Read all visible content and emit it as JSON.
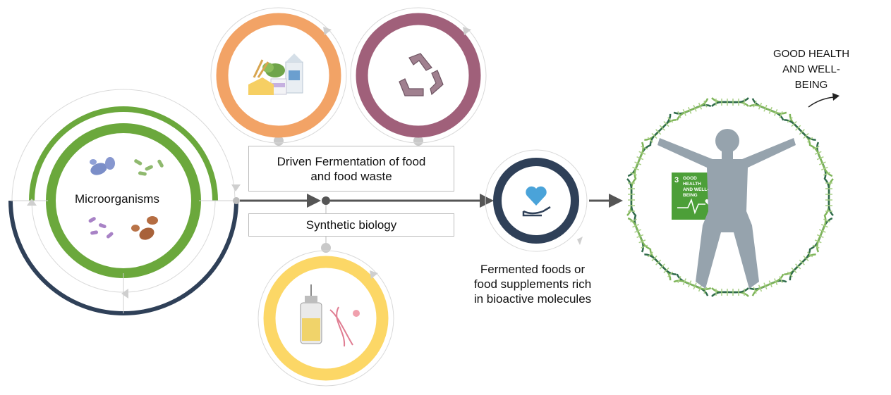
{
  "nodes": {
    "microorganisms": {
      "label": "Microorganisms"
    },
    "driven_fermentation": {
      "label_line1": "Driven Fermentation of food",
      "label_line2": "and food waste"
    },
    "synthetic_biology": {
      "label": "Synthetic biology"
    },
    "fermented_foods": {
      "label_line1": "Fermented foods or",
      "label_line2": "food supplements rich",
      "label_line3": "in bioactive molecules"
    },
    "goal": {
      "label_line1": "GOOD HEALTH",
      "label_line2": "AND WELL-BEING"
    }
  },
  "sdg_badge": {
    "number": "3",
    "text_line1": "GOOD HEALTH",
    "text_line2": "AND WELL-BEING",
    "color": "#4c9f38"
  },
  "colors": {
    "green": "#6ba83c",
    "navy": "#2f4058",
    "orange": "#f2a366",
    "plum": "#a0607a",
    "yellow": "#fcd766",
    "heart_blue": "#4aa3d9",
    "arrow_gray": "#555555",
    "silhouette": "#96a3ad"
  },
  "icons": [
    "bacteria-icon",
    "groceries-icon",
    "recycle-icon",
    "bioreactor-icon",
    "dna-icon",
    "heart-in-hand-icon",
    "human-silhouette-icon",
    "dna-ring-icon"
  ]
}
